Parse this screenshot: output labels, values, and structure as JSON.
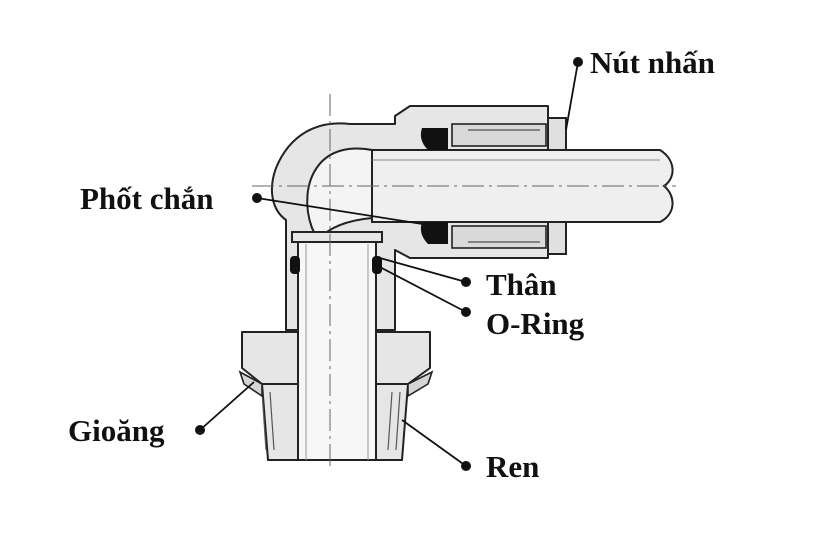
{
  "diagram": {
    "labels": {
      "nut_nhan": "Nút nhấn",
      "phot_chan": "Phốt chắn",
      "than": "Thân",
      "o_ring": "O-Ring",
      "gioang": "Gioăng",
      "ren": "Ren"
    },
    "colors": {
      "body_fill": "#e6e6e6",
      "tube_fill": "#efefef",
      "bore_fill": "#f7f7f7",
      "outline": "#222222",
      "seal": "#111111"
    }
  }
}
